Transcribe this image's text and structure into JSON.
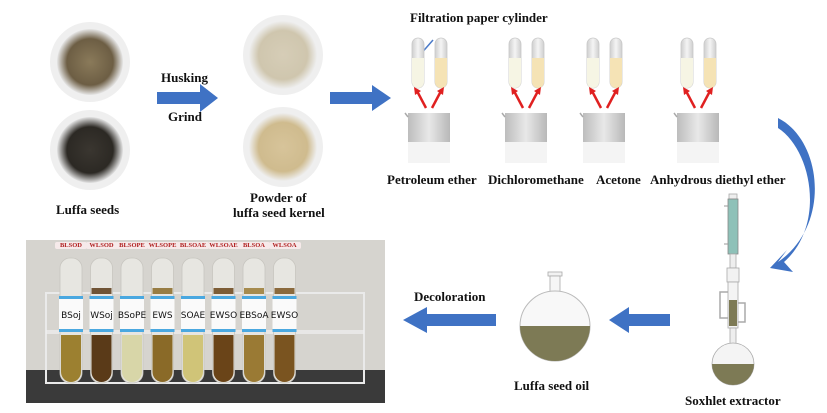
{
  "steps": {
    "seeds": {
      "label": "Luffa seeds"
    },
    "process": {
      "top": "Husking",
      "bottom": "Grind"
    },
    "powder": {
      "line1": "Powder of",
      "line2": "luffa seed kernel"
    },
    "filter": {
      "label": "Filtration paper cylinder"
    },
    "solvents": [
      {
        "name": "Petroleum ether"
      },
      {
        "name": "Dichloromethane"
      },
      {
        "name": "Acetone"
      },
      {
        "name": "Anhydrous diethyl ether"
      }
    ],
    "soxhlet": {
      "label": "Soxhlet extractor"
    },
    "oil": {
      "label": "Luffa seed oil"
    },
    "decoloration": {
      "label": "Decoloration"
    }
  },
  "samples": [
    {
      "tag": "BLSOD",
      "handwritten": "BSoj",
      "color": "#9c8030"
    },
    {
      "tag": "WLSOD",
      "handwritten": "WSoj",
      "color": "#5a3a18"
    },
    {
      "tag": "BLSOPE",
      "handwritten": "BSoPE",
      "color": "#d8d6a8"
    },
    {
      "tag": "WLSOPE",
      "handwritten": "EWS",
      "color": "#8a6a28"
    },
    {
      "tag": "BLSOAE",
      "handwritten": "SOAE",
      "color": "#d0c478"
    },
    {
      "tag": "WLSOAE",
      "handwritten": "EWSO",
      "color": "#6a4418"
    },
    {
      "tag": "BLSOA",
      "handwritten": "EBSoA",
      "color": "#9a7a34"
    },
    {
      "tag": "WLSOA",
      "handwritten": "EWSO",
      "color": "#7a5420"
    }
  ],
  "colors": {
    "arrow_blue": "#3f72c4",
    "red_arrow": "#e02020",
    "oil": "#7d7a55",
    "tag_text": "#b02020"
  }
}
